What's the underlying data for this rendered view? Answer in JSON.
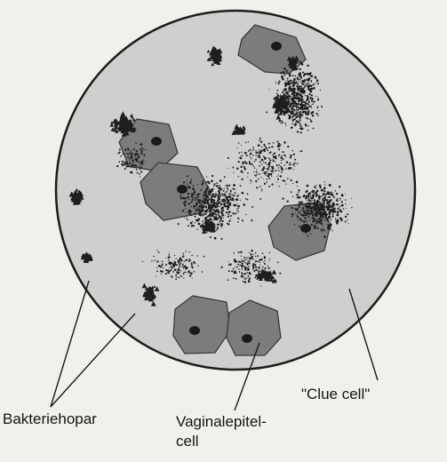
{
  "figure": {
    "labels": {
      "bacteria_clusters": "Bakteriehopar",
      "vaginal_epithelial_cell_line1": "Vaginalepitel-",
      "vaginal_epithelial_cell_line2": "cell",
      "clue_cell": "\"Clue cell\""
    },
    "colors": {
      "background": "#f1f0ec",
      "field_fill": "#cfd0cd",
      "field_outline": "#1c1c1c",
      "cell_fill": "#7c7c7c",
      "nucleus": "#1a1a1a",
      "bacteria": "#1e1e1e",
      "leader_line": "#1a1a1a"
    }
  }
}
